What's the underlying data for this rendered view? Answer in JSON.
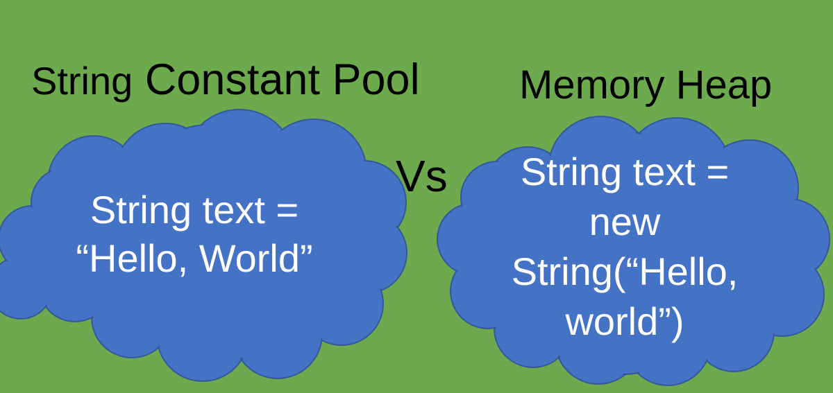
{
  "colors": {
    "background": "#6caa4d",
    "cloud_fill": "#4472c4",
    "cloud_stroke": "#35589c",
    "title_text": "#000000",
    "cloud_text": "#ffffff"
  },
  "left_section": {
    "title_small": "String",
    "title_large": "Constant Pool",
    "cloud_lines": [
      "String text =",
      "“Hello, World”"
    ]
  },
  "versus_label": "Vs",
  "right_section": {
    "title": "Memory Heap",
    "cloud_lines": [
      "String text =",
      "new",
      "String(“Hello,",
      "world”)"
    ]
  }
}
